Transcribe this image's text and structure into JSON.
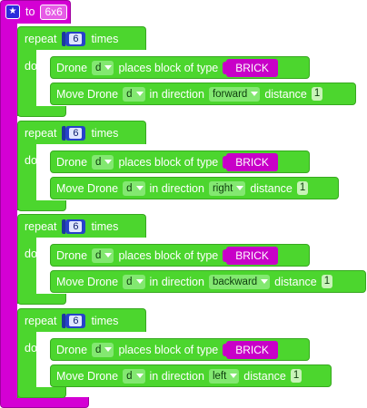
{
  "procedure": {
    "to_label": "to",
    "name": "6x6"
  },
  "blocks": [
    {
      "repeat_label": "repeat",
      "count": "6",
      "times_label": "times",
      "do_label": "do",
      "place": {
        "prefix": "Drone",
        "var": "d",
        "text": "places block of type",
        "block_type": "BRICK"
      },
      "move": {
        "prefix": "Move Drone",
        "var": "d",
        "text": "in direction",
        "direction": "forward",
        "distance_label": "distance",
        "distance": "1"
      }
    },
    {
      "repeat_label": "repeat",
      "count": "6",
      "times_label": "times",
      "do_label": "do",
      "place": {
        "prefix": "Drone",
        "var": "d",
        "text": "places block of type",
        "block_type": "BRICK"
      },
      "move": {
        "prefix": "Move Drone",
        "var": "d",
        "text": "in direction",
        "direction": "right",
        "distance_label": "distance",
        "distance": "1"
      }
    },
    {
      "repeat_label": "repeat",
      "count": "6",
      "times_label": "times",
      "do_label": "do",
      "place": {
        "prefix": "Drone",
        "var": "d",
        "text": "places block of type",
        "block_type": "BRICK"
      },
      "move": {
        "prefix": "Move Drone",
        "var": "d",
        "text": "in direction",
        "direction": "backward",
        "distance_label": "distance",
        "distance": "1"
      }
    },
    {
      "repeat_label": "repeat",
      "count": "6",
      "times_label": "times",
      "do_label": "do",
      "place": {
        "prefix": "Drone",
        "var": "d",
        "text": "places block of type",
        "block_type": "BRICK"
      },
      "move": {
        "prefix": "Move Drone",
        "var": "d",
        "text": "in direction",
        "direction": "left",
        "distance_label": "distance",
        "distance": "1"
      }
    }
  ],
  "icons": {
    "procedure_icon": "star-icon",
    "dropdown_icon": "caret-down-icon"
  },
  "colors": {
    "procedure": "#d400d4",
    "control": "#4cd62e",
    "number": "#2742c9",
    "block_type": "#c800c8"
  }
}
